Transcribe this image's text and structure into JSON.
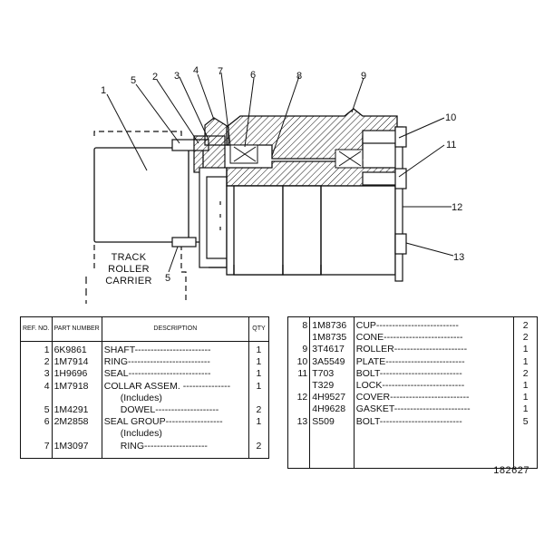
{
  "diagram": {
    "callouts": [
      "1",
      "2",
      "3",
      "4",
      "5",
      "6",
      "7",
      "8",
      "9",
      "10",
      "11",
      "12",
      "13",
      "5"
    ],
    "track_label": [
      "TRACK",
      "ROLLER",
      "CARRIER"
    ]
  },
  "table_left": {
    "headers": {
      "ref": "REF. NO.",
      "part": "PART NUMBER",
      "desc": "DESCRIPTION",
      "qty": "QTY"
    },
    "rows": [
      {
        "ref": "1",
        "part": "6K9861",
        "desc": "SHAFT------------------------",
        "qty": "1"
      },
      {
        "ref": "2",
        "part": "1M7914",
        "desc": "RING--------------------------",
        "qty": "1"
      },
      {
        "ref": "3",
        "part": "1H9696",
        "desc": "SEAL--------------------------",
        "qty": "1"
      },
      {
        "ref": "4",
        "part": "1M7918",
        "desc": "COLLAR ASSEM. ---------------",
        "qty": "1"
      },
      {
        "ref": "",
        "part": "",
        "desc": "(Includes)",
        "qty": ""
      },
      {
        "ref": "5",
        "part": "1M4291",
        "desc": "DOWEL--------------------",
        "qty": "2"
      },
      {
        "ref": "6",
        "part": "2M2858",
        "desc": "SEAL GROUP------------------",
        "qty": "1"
      },
      {
        "ref": "",
        "part": "",
        "desc": "(Includes)",
        "qty": ""
      },
      {
        "ref": "7",
        "part": "1M3097",
        "desc": "RING--------------------",
        "qty": "2"
      }
    ]
  },
  "table_right": {
    "rows": [
      {
        "ref": "8",
        "part": "1M8736",
        "desc": "CUP--------------------------",
        "qty": "2"
      },
      {
        "ref": "",
        "part": "1M8735",
        "desc": "CONE-------------------------",
        "qty": "2"
      },
      {
        "ref": "9",
        "part": "3T4617",
        "desc": "ROLLER-----------------------",
        "qty": "1"
      },
      {
        "ref": "10",
        "part": "3A5549",
        "desc": "PLATE-------------------------",
        "qty": "1"
      },
      {
        "ref": "11",
        "part": "T703",
        "desc": "BOLT--------------------------",
        "qty": "2"
      },
      {
        "ref": "",
        "part": "T329",
        "desc": "LOCK--------------------------",
        "qty": "1"
      },
      {
        "ref": "12",
        "part": "4H9527",
        "desc": "COVER-------------------------",
        "qty": "1"
      },
      {
        "ref": "",
        "part": "4H9628",
        "desc": "GASKET------------------------",
        "qty": "1"
      },
      {
        "ref": "13",
        "part": "S509",
        "desc": "BOLT--------------------------",
        "qty": "5"
      }
    ]
  },
  "figure_number": "182627"
}
